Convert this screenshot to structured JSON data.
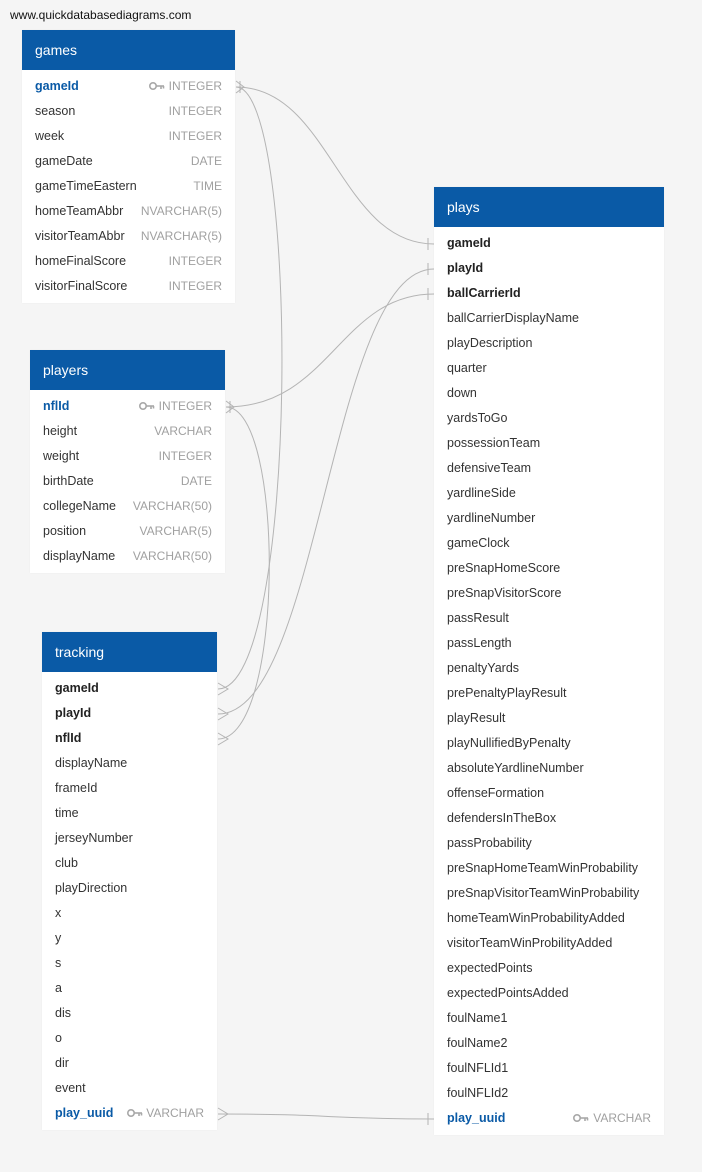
{
  "watermark": "www.quickdatabasediagrams.com",
  "key_icon": "key-icon",
  "colors": {
    "header": "#0a5aa6",
    "key_field": "#0a5aa6",
    "type_text": "#a0a0a0",
    "relation_line": "#b4b4b4"
  },
  "tables": {
    "games": {
      "title": "games",
      "fields": [
        {
          "name": "gameId",
          "type": "INTEGER"
        },
        {
          "name": "season",
          "type": "INTEGER"
        },
        {
          "name": "week",
          "type": "INTEGER"
        },
        {
          "name": "gameDate",
          "type": "DATE"
        },
        {
          "name": "gameTimeEastern",
          "type": "TIME"
        },
        {
          "name": "homeTeamAbbr",
          "type": "NVARCHAR(5)"
        },
        {
          "name": "visitorTeamAbbr",
          "type": "NVARCHAR(5)"
        },
        {
          "name": "homeFinalScore",
          "type": "INTEGER"
        },
        {
          "name": "visitorFinalScore",
          "type": "INTEGER"
        }
      ]
    },
    "players": {
      "title": "players",
      "fields": [
        {
          "name": "nflId",
          "type": "INTEGER"
        },
        {
          "name": "height",
          "type": "VARCHAR"
        },
        {
          "name": "weight",
          "type": "INTEGER"
        },
        {
          "name": "birthDate",
          "type": "DATE"
        },
        {
          "name": "collegeName",
          "type": "VARCHAR(50)"
        },
        {
          "name": "position",
          "type": "VARCHAR(5)"
        },
        {
          "name": "displayName",
          "type": "VARCHAR(50)"
        }
      ]
    },
    "tracking": {
      "title": "tracking",
      "fields": [
        {
          "name": "gameId",
          "type": ""
        },
        {
          "name": "playId",
          "type": ""
        },
        {
          "name": "nflId",
          "type": ""
        },
        {
          "name": "displayName",
          "type": ""
        },
        {
          "name": "frameId",
          "type": ""
        },
        {
          "name": "time",
          "type": ""
        },
        {
          "name": "jerseyNumber",
          "type": ""
        },
        {
          "name": "club",
          "type": ""
        },
        {
          "name": "playDirection",
          "type": ""
        },
        {
          "name": "x",
          "type": ""
        },
        {
          "name": "y",
          "type": ""
        },
        {
          "name": "s",
          "type": ""
        },
        {
          "name": "a",
          "type": ""
        },
        {
          "name": "dis",
          "type": ""
        },
        {
          "name": "o",
          "type": ""
        },
        {
          "name": "dir",
          "type": ""
        },
        {
          "name": "event",
          "type": ""
        },
        {
          "name": "play_uuid",
          "type": "VARCHAR"
        }
      ]
    },
    "plays": {
      "title": "plays",
      "fields": [
        {
          "name": "gameId",
          "type": ""
        },
        {
          "name": "playId",
          "type": ""
        },
        {
          "name": "ballCarrierId",
          "type": ""
        },
        {
          "name": "ballCarrierDisplayName",
          "type": ""
        },
        {
          "name": "playDescription",
          "type": ""
        },
        {
          "name": "quarter",
          "type": ""
        },
        {
          "name": "down",
          "type": ""
        },
        {
          "name": "yardsToGo",
          "type": ""
        },
        {
          "name": "possessionTeam",
          "type": ""
        },
        {
          "name": "defensiveTeam",
          "type": ""
        },
        {
          "name": "yardlineSide",
          "type": ""
        },
        {
          "name": "yardlineNumber",
          "type": ""
        },
        {
          "name": "gameClock",
          "type": ""
        },
        {
          "name": "preSnapHomeScore",
          "type": ""
        },
        {
          "name": "preSnapVisitorScore",
          "type": ""
        },
        {
          "name": "passResult",
          "type": ""
        },
        {
          "name": "passLength",
          "type": ""
        },
        {
          "name": "penaltyYards",
          "type": ""
        },
        {
          "name": "prePenaltyPlayResult",
          "type": ""
        },
        {
          "name": "playResult",
          "type": ""
        },
        {
          "name": "playNullifiedByPenalty",
          "type": ""
        },
        {
          "name": "absoluteYardlineNumber",
          "type": ""
        },
        {
          "name": "offenseFormation",
          "type": ""
        },
        {
          "name": "defendersInTheBox",
          "type": ""
        },
        {
          "name": "passProbability",
          "type": ""
        },
        {
          "name": "preSnapHomeTeamWinProbability",
          "type": ""
        },
        {
          "name": "preSnapVisitorTeamWinProbability",
          "type": ""
        },
        {
          "name": "homeTeamWinProbabilityAdded",
          "type": ""
        },
        {
          "name": "visitorTeamWinProbilityAdded",
          "type": ""
        },
        {
          "name": "expectedPoints",
          "type": ""
        },
        {
          "name": "expectedPointsAdded",
          "type": ""
        },
        {
          "name": "foulName1",
          "type": ""
        },
        {
          "name": "foulName2",
          "type": ""
        },
        {
          "name": "foulNFLId1",
          "type": ""
        },
        {
          "name": "foulNFLId2",
          "type": ""
        },
        {
          "name": "play_uuid",
          "type": "VARCHAR"
        }
      ]
    }
  }
}
